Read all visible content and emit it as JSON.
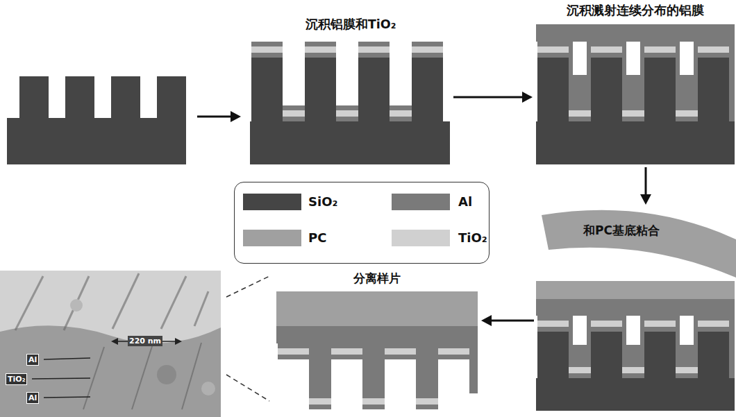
{
  "diagram": {
    "nodes": [
      {
        "text": [
          "沉积铝膜和TiO₂"
        ]
      },
      {
        "text": [
          "沉积溅射连续分布的铝膜"
        ]
      },
      {
        "text": [
          "和PC基底粘合"
        ]
      },
      {
        "text": [
          "分离样片"
        ]
      }
    ],
    "edges": [
      {
        "from": 0,
        "to": 1,
        "arrow": "to"
      },
      {
        "from": 1,
        "to": 2,
        "arrow": "to"
      },
      {
        "from": 2,
        "to": 3,
        "arrow": "to"
      }
    ],
    "labels": [
      "220 nm",
      "Al",
      "TiO₂",
      "Al"
    ],
    "legend": [
      {
        "text": "SiO₂",
        "color": "#454545"
      },
      {
        "text": "Al",
        "color": "#7a7a7a"
      },
      {
        "text": "PC",
        "color": "#a0a0a0"
      },
      {
        "text": "TiO₂",
        "color": "#d0d0d0"
      }
    ]
  }
}
